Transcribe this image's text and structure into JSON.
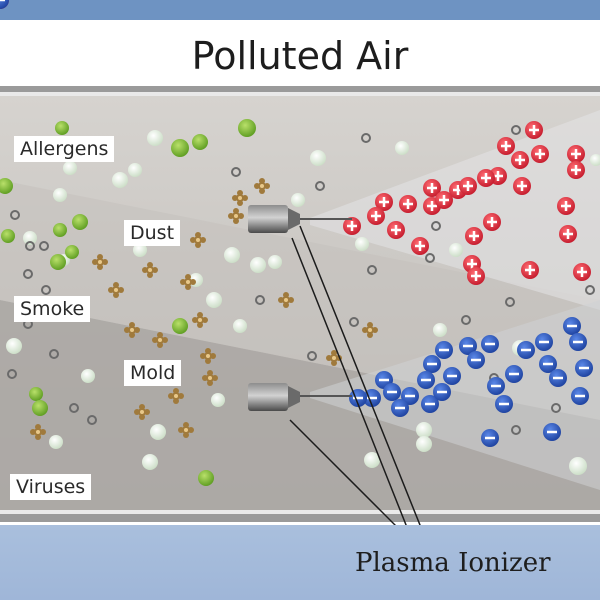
{
  "title": "Polluted Air",
  "labels": {
    "allergens": "Allergens",
    "dust": "Dust",
    "smoke": "Smoke",
    "mold": "Mold",
    "viruses": "Viruses"
  },
  "caption": "Plasma Ionizer",
  "colors": {
    "top_band": "#6e93c2",
    "bottom_band": "#a9bfdd",
    "positive_ion": "#e0303f",
    "negative_ion": "#1f4fb8",
    "allergen_green": "#7ab82d",
    "dust_brown": "#a07a3c"
  }
}
